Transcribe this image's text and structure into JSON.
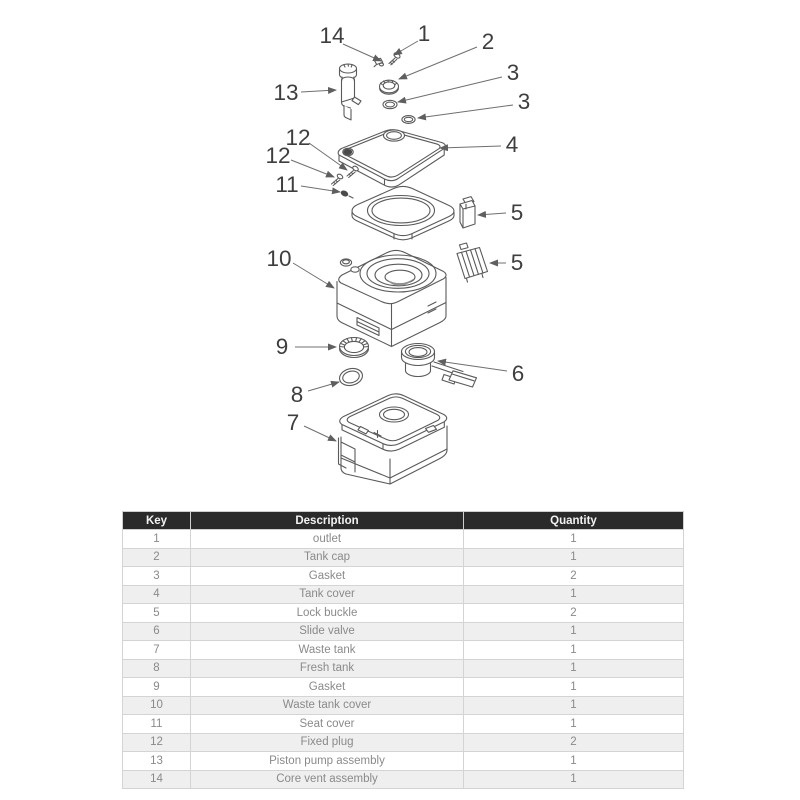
{
  "diagram": {
    "callouts": [
      {
        "label": "14",
        "part": "core-vent-assembly"
      },
      {
        "label": "1",
        "part": "outlet"
      },
      {
        "label": "2",
        "part": "tank-cap"
      },
      {
        "label": "3",
        "part": "gasket-upper"
      },
      {
        "label": "3",
        "part": "gasket-lower"
      },
      {
        "label": "13",
        "part": "piston-pump-assembly"
      },
      {
        "label": "12",
        "part": "fixed-plug-a"
      },
      {
        "label": "12",
        "part": "fixed-plug-b"
      },
      {
        "label": "11",
        "part": "seat-cover"
      },
      {
        "label": "4",
        "part": "tank-cover"
      },
      {
        "label": "5",
        "part": "lock-buckle-a"
      },
      {
        "label": "10",
        "part": "waste-tank-cover"
      },
      {
        "label": "5",
        "part": "lock-buckle-b"
      },
      {
        "label": "9",
        "part": "gasket-ring"
      },
      {
        "label": "6",
        "part": "slide-valve"
      },
      {
        "label": "8",
        "part": "fresh-tank-seal"
      },
      {
        "label": "7",
        "part": "waste-tank"
      }
    ]
  },
  "table": {
    "columns": [
      "Key",
      "Description",
      "Quantity"
    ],
    "rows": [
      {
        "key": "1",
        "description": "outlet",
        "quantity": "1"
      },
      {
        "key": "2",
        "description": "Tank cap",
        "quantity": "1"
      },
      {
        "key": "3",
        "description": "Gasket",
        "quantity": "2"
      },
      {
        "key": "4",
        "description": "Tank cover",
        "quantity": "1"
      },
      {
        "key": "5",
        "description": "Lock buckle",
        "quantity": "2"
      },
      {
        "key": "6",
        "description": "Slide valve",
        "quantity": "1"
      },
      {
        "key": "7",
        "description": "Waste tank",
        "quantity": "1"
      },
      {
        "key": "8",
        "description": "Fresh tank",
        "quantity": "1"
      },
      {
        "key": "9",
        "description": "Gasket",
        "quantity": "1"
      },
      {
        "key": "10",
        "description": "Waste tank cover",
        "quantity": "1"
      },
      {
        "key": "11",
        "description": "Seat cover",
        "quantity": "1"
      },
      {
        "key": "12",
        "description": "Fixed plug",
        "quantity": "2"
      },
      {
        "key": "13",
        "description": "Piston pump assembly",
        "quantity": "1"
      },
      {
        "key": "14",
        "description": "Core vent assembly",
        "quantity": "1"
      }
    ]
  },
  "colors": {
    "background": "#ffffff",
    "header_bg": "#2b2b2b",
    "header_text": "#f2f2f2",
    "row_alt_bg": "#efefef",
    "border": "#d0d0d0",
    "cell_text": "#8a8a8a",
    "line_art": "#5a5a5a",
    "callout_text": "#3e3e3e"
  }
}
